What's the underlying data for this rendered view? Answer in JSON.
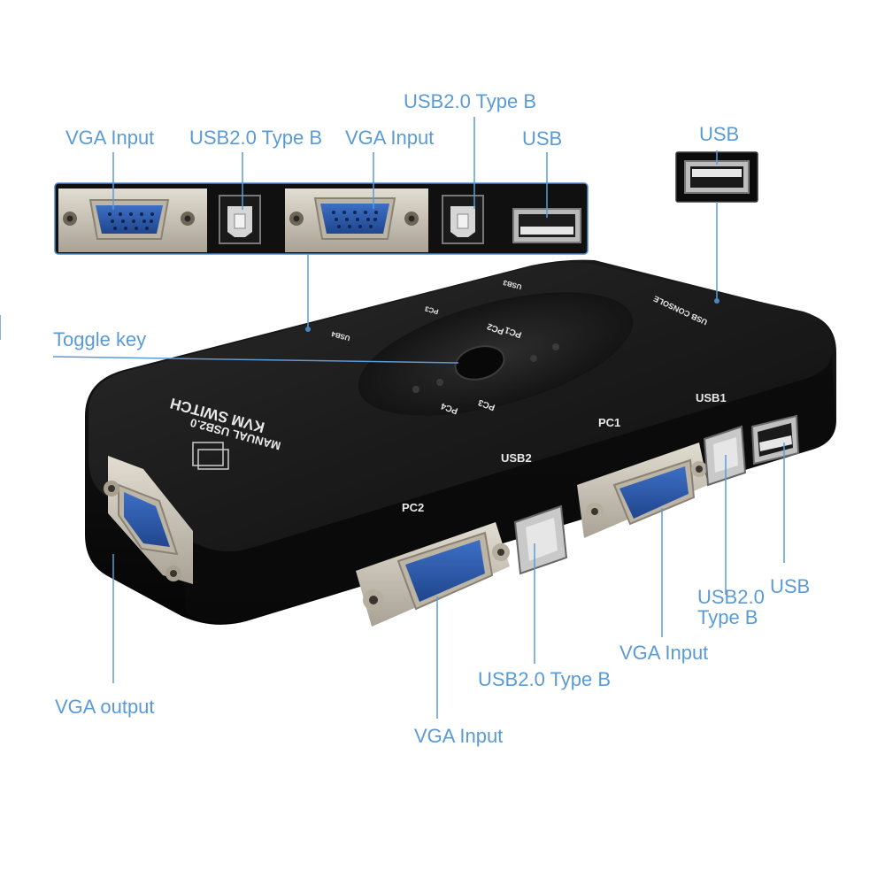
{
  "callouts": {
    "top_vga_input_left": "VGA Input",
    "top_usb_type_b_left": "USB2.0 Type  B",
    "top_vga_input_mid": "VGA Input",
    "top_usb_type_b_right": "USB2.0 Type  B",
    "top_usb": "USB",
    "right_usb": "USB",
    "toggle_key": "Toggle key",
    "vga_output": "VGA output",
    "bottom_vga_input_pc2": "VGA Input",
    "bottom_usb_type_b_usb2": "USB2.0 Type  B",
    "bottom_vga_input_pc1": "VGA Input",
    "bottom_usb_type_b_usb1_line1": "USB2.0",
    "bottom_usb_type_b_usb1_line2": "Type  B",
    "bottom_usb_console": "USB"
  },
  "device_labels": {
    "brand_line1": "KVM SWITCH",
    "brand_line2": "MANUAL USB2.0",
    "pc1": "PC1",
    "pc2": "PC2",
    "pc3": "PC3",
    "pc4": "PC4",
    "usb1": "USB1",
    "usb2": "USB2",
    "usb3": "USB3",
    "usb4": "USB4",
    "usb_console": "USB CONSOLE"
  },
  "colors": {
    "callout_text": "#5b9bd5",
    "leader_line": "#5b9bd5",
    "device_body": "#161616",
    "vga_port_blue": "#2c5aa8",
    "metal_plate": "#c9c2b4"
  }
}
